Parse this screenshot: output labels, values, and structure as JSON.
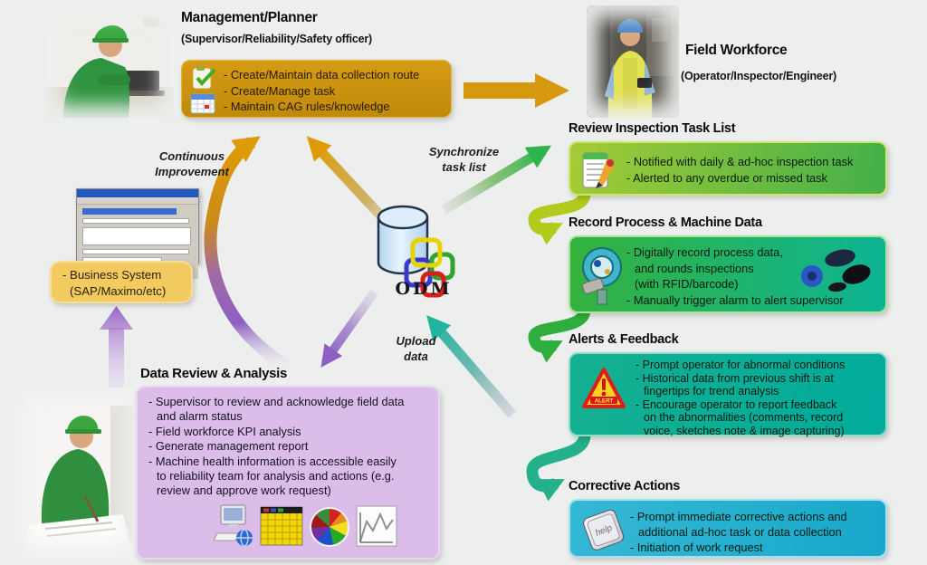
{
  "canvas": {
    "bg": "#edefee"
  },
  "management": {
    "title": "Management/Planner",
    "subtitle": "(Supervisor/Reliability/Safety officer)",
    "lines": [
      "- Create/Maintain data collection route",
      "- Create/Manage task",
      "- Maintain CAG rules/knowledge"
    ],
    "box_color": "#d6980e",
    "icons": [
      "checklist-icon",
      "calendar-icon"
    ]
  },
  "field": {
    "title": "Field Workforce",
    "subtitle": "(Operator/Inspector/Engineer)"
  },
  "center": {
    "label": "ODM",
    "icon": "database-cylinder-icon",
    "logo": "odm-colored-frames-logo"
  },
  "labels": {
    "continuous": {
      "l1": "Continuous",
      "l2": "Improvement"
    },
    "sync": {
      "l1": "Synchronize",
      "l2": "task list"
    },
    "upload": {
      "l1": "Upload",
      "l2": "data"
    }
  },
  "business": {
    "l1": "- Business System",
    "l2": "(SAP/Maximo/etc)",
    "box_color": "#f3ca60",
    "screenshot": "business-app-screenshot"
  },
  "data_review": {
    "title": "Data Review & Analysis",
    "lines": [
      "- Supervisor to review and acknowledge field data",
      "and alarm status",
      "- Field workforce KPI analysis",
      "- Generate management report",
      "- Machine health information is accessible easily",
      "to reliability team for analysis and actions (e.g.",
      "review and approve work request)"
    ],
    "box_color": "#dcbce9",
    "icons": [
      "computer-report-icon",
      "spreadsheet-icon",
      "pie-chart-icon",
      "trend-chart-icon"
    ]
  },
  "right_sections": [
    {
      "title": "Review Inspection Task List",
      "icon": "notepad-pencil-icon",
      "colors": [
        "#a4cb35",
        "#43b04a"
      ],
      "lines": [
        "- Notified with daily & ad-hoc inspection task",
        "- Alerted to any overdue or missed task"
      ]
    },
    {
      "title": "Record Process & Machine Data",
      "icon": "machine-gauge-icon",
      "icon2": "rfid-tags-icon",
      "colors": [
        "#35b23c",
        "#0cb495"
      ],
      "lines": [
        "- Digitally record process data,",
        "and rounds inspections",
        "(with RFID/barcode)",
        "- Manually trigger alarm to alert supervisor"
      ]
    },
    {
      "title": "Alerts & Feedback",
      "icon": "alert-triangle-icon",
      "colors": [
        "#14b090",
        "#02ab9d"
      ],
      "lines": [
        "- Prompt operator for abnormal conditions",
        "- Historical data from previous shift is at",
        "fingertips for trend analysis",
        "- Encourage operator to report feedback",
        "on the abnormalities (comments, record",
        "voice, sketches note & image capturing)"
      ]
    },
    {
      "title": "Corrective Actions",
      "icon": "help-key-icon",
      "colors": [
        "#35b8d4",
        "#17a8cb"
      ],
      "lines": [
        "- Prompt immediate corrective actions and",
        "additional ad-hoc task or data collection",
        "- Initiation of work request"
      ]
    }
  ],
  "icon_text": {
    "alert_mark": "!",
    "alert_word": "ALERT",
    "help_key": "help"
  },
  "flow_colors": {
    "orange": "#df9b05",
    "green": "#2db44b",
    "teal": "#23b39f",
    "purple": "#8d5fc2",
    "hook1": "#b2ca1c",
    "hook2": "#2fae3e",
    "hook3": "#23b08b",
    "block_arrow": "#d6980e"
  }
}
